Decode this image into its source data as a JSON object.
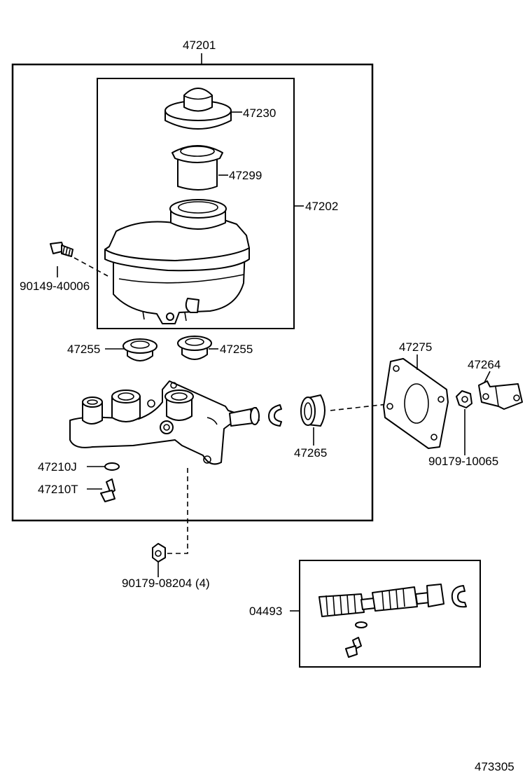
{
  "labels": {
    "assembly": "47201",
    "reservoir_assy": "47202",
    "cap": "47230",
    "strainer": "47299",
    "grommet_left": "47255",
    "grommet_right": "47255",
    "bolt": "90149-40006",
    "gasket": "47275",
    "bracket": "47264",
    "nut": "90179-10065",
    "cup_seal": "47265",
    "seal_washer": "47210J",
    "bleeder": "47210T",
    "nut_count": "90179-08204 (4)",
    "kit": "04493",
    "diagram_number": "473305"
  }
}
